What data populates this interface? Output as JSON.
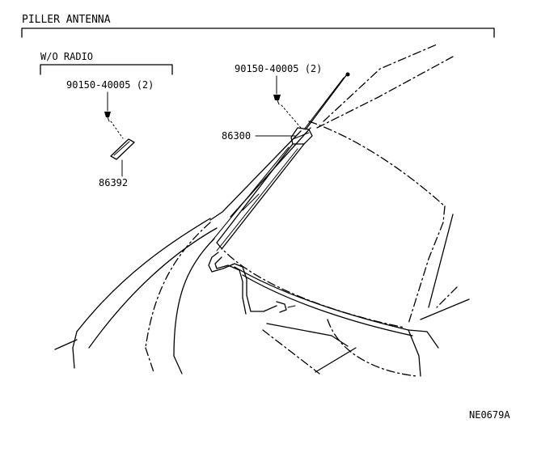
{
  "title": "PILLER ANTENNA",
  "subgroup": {
    "title": "W/O RADIO"
  },
  "parts": {
    "screw_left": "90150-40005 (2)",
    "screw_right": "90150-40005 (2)",
    "antenna": "86300",
    "cover": "86392"
  },
  "figure_code": "NE0679A"
}
